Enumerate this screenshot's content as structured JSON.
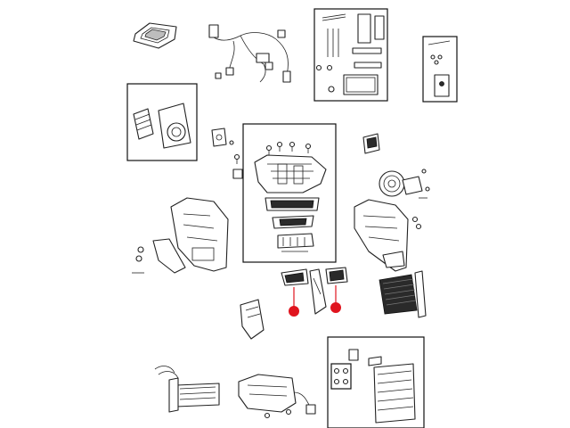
{
  "diagram": {
    "accent_color": "#e0141e",
    "line_color": "#222222",
    "callouts": [
      {
        "name": "callout-left",
        "target": "left-insert"
      },
      {
        "name": "callout-right",
        "target": "right-insert"
      }
    ]
  }
}
